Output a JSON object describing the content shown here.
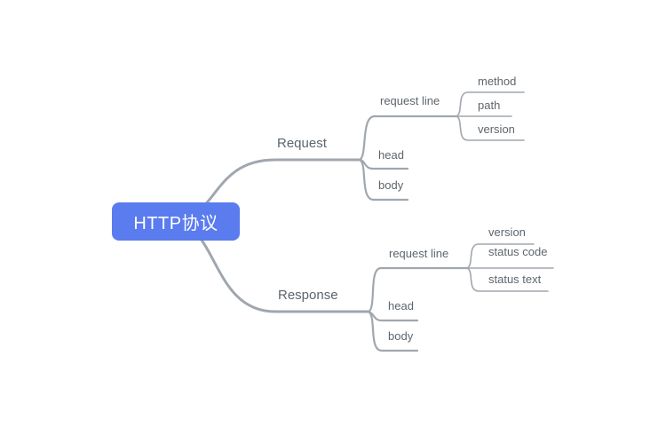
{
  "colors": {
    "background": "#ffffff",
    "root_fill": "#5a7cee",
    "root_text": "#ffffff",
    "branch_line": "#a0a7ae",
    "label_text": "#5d666d"
  },
  "mindmap": {
    "root": {
      "label": "HTTP协议"
    },
    "branches": [
      {
        "label": "Request",
        "children": [
          {
            "label": "request line",
            "children": [
              {
                "label": "method"
              },
              {
                "label": "path"
              },
              {
                "label": "version"
              }
            ]
          },
          {
            "label": "head"
          },
          {
            "label": "body"
          }
        ]
      },
      {
        "label": "Response",
        "children": [
          {
            "label": "request line",
            "children": [
              {
                "label": "version"
              },
              {
                "label": "status code"
              },
              {
                "label": "status text"
              }
            ]
          },
          {
            "label": "head"
          },
          {
            "label": "body"
          }
        ]
      }
    ]
  }
}
